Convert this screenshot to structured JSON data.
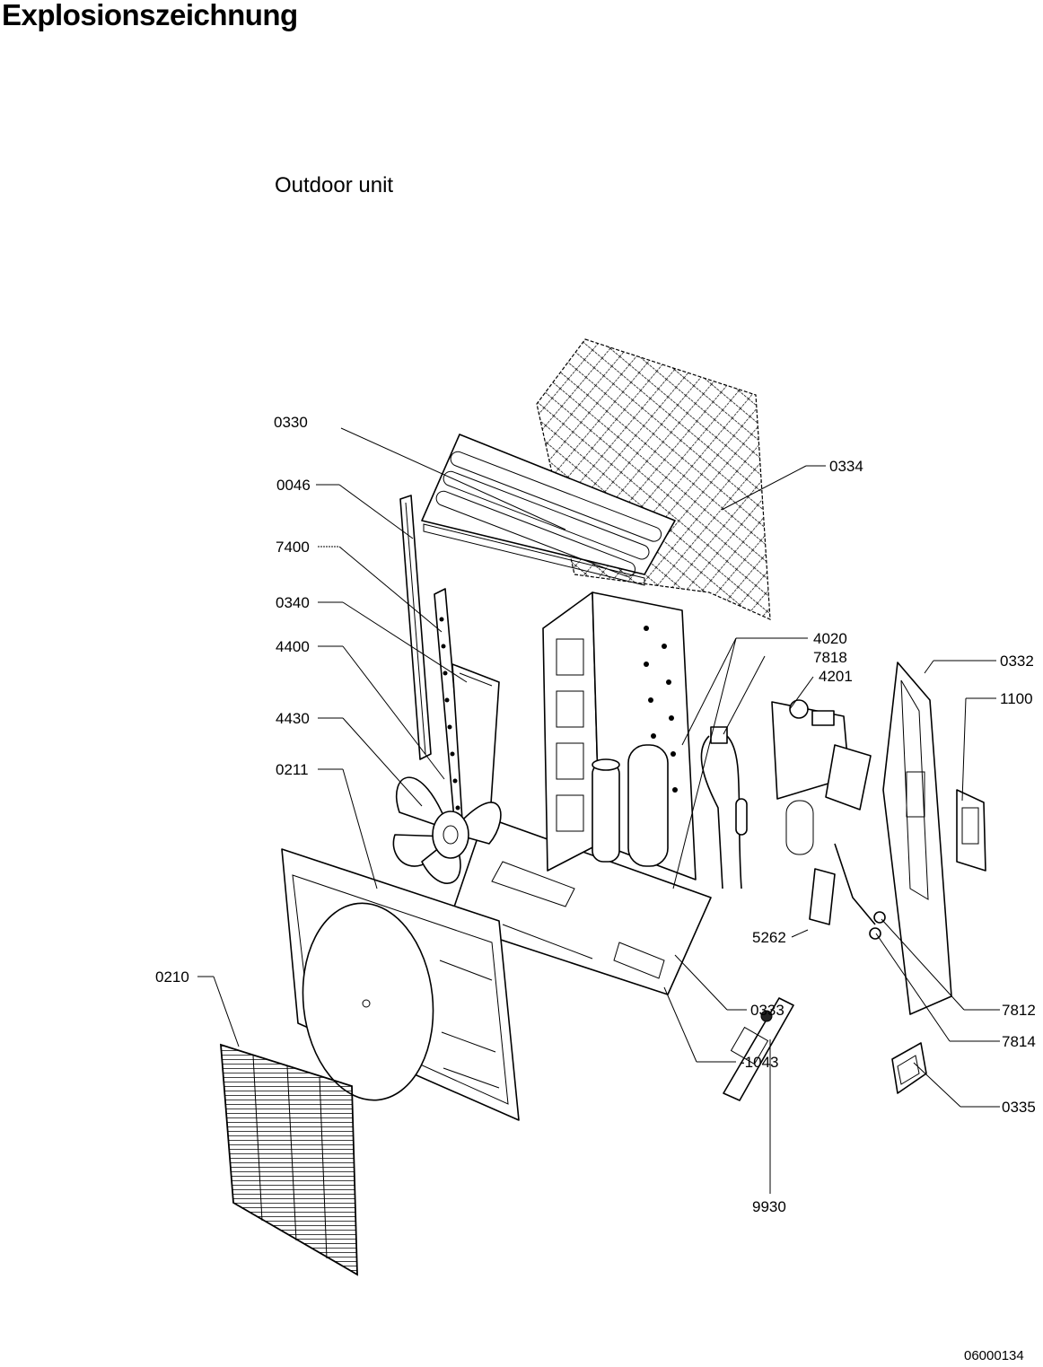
{
  "page": {
    "title": "Explosionszeichnung",
    "subtitle": "Outdoor unit",
    "document_number": "06000134"
  },
  "callouts": {
    "c0330": "0330",
    "c0046": "0046",
    "c7400": "7400",
    "c0340": "0340",
    "c4400": "4400",
    "c4430": "4430",
    "c0211": "0211",
    "c0210": "0210",
    "c0334": "0334",
    "c4020": "4020",
    "c7818": "7818",
    "c4201": "4201",
    "c0332": "0332",
    "c1100": "1100",
    "c5262": "5262",
    "c0333": "0333",
    "c1043": "-1043",
    "c7812": "7812",
    "c7814": "7814",
    "c0335": "0335",
    "c9930": "9930"
  }
}
